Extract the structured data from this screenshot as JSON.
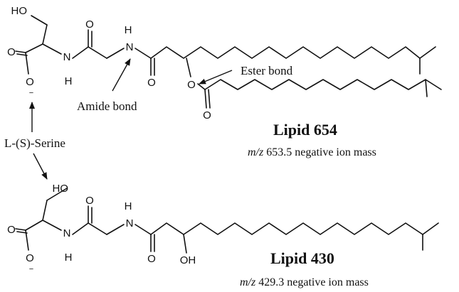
{
  "atoms": {
    "ho": "HO",
    "o": "O",
    "o_minus": "O",
    "minus": "−",
    "n": "N",
    "h": "H",
    "oh": "OH"
  },
  "annotations": {
    "amide_bond": "Amide bond",
    "ester_bond": "Ester bond",
    "serine": "L-(S)-Serine"
  },
  "lipid_654": {
    "title": "Lipid 654",
    "mz_label": "m/z",
    "mass_text": "653.5 negative ion mass"
  },
  "lipid_430": {
    "title": "Lipid 430",
    "mz_label": "m/z",
    "mass_text": "429.3 negative ion mass"
  }
}
